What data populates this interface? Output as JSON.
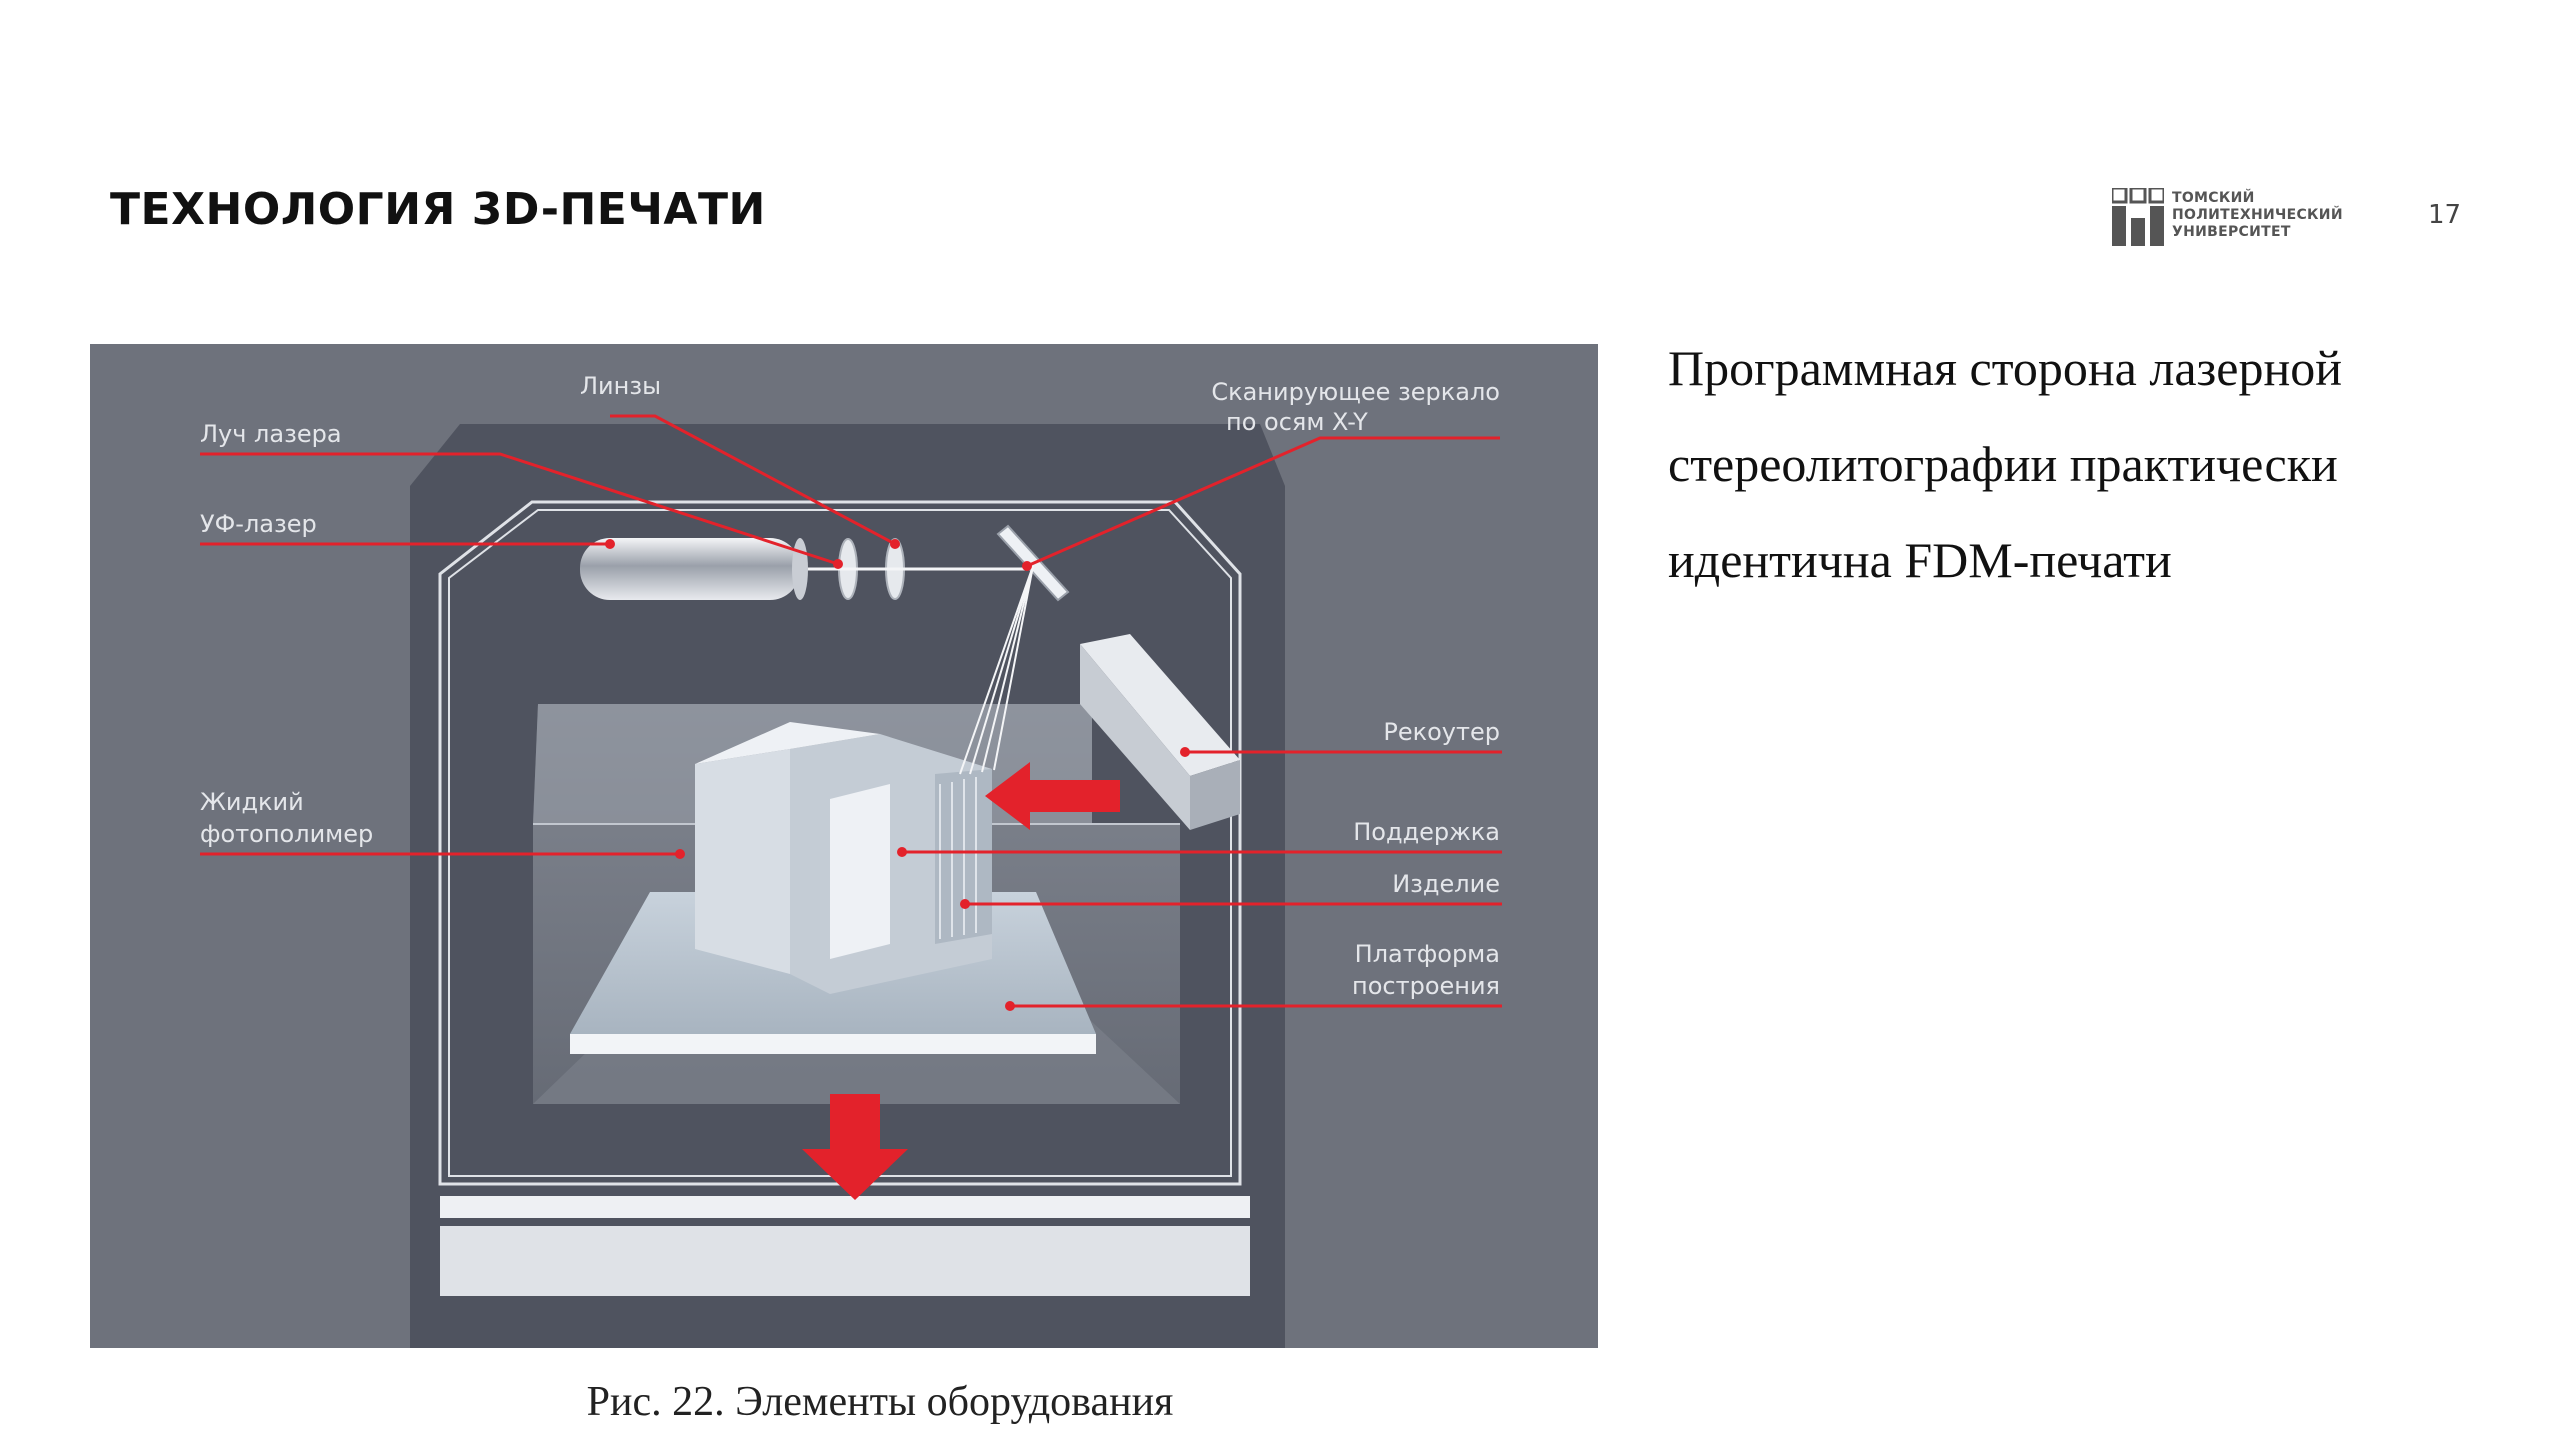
{
  "header": {
    "title": "ТЕХНОЛОГИЯ 3D-ПЕЧАТИ",
    "logo_lines": [
      "ТОМСКИЙ",
      "ПОЛИТЕХНИЧЕСКИЙ",
      "УНИВЕРСИТЕТ"
    ],
    "page_number": "17"
  },
  "figure": {
    "labels": {
      "lenses": "Линзы",
      "laser_beam": "Луч лазера",
      "uv_laser": "УФ-лазер",
      "mirror_line1": "Сканирующее зеркало",
      "mirror_line2": "по осям X-Y",
      "recoater": "Рекоутер",
      "liquid_line1": "Жидкий",
      "liquid_line2": "фотополимер",
      "support": "Поддержка",
      "part": "Изделие",
      "platform_line1": "Платформа",
      "platform_line2": "построения"
    },
    "caption": "Рис. 22. Элементы оборудования"
  },
  "text": {
    "lines": [
      "Программная сторона лазерной",
      "стереолитографии практически",
      "идентична FDM-печати"
    ]
  },
  "colors": {
    "diagram_bg": "#6e727c",
    "chamber": "#4f535f",
    "accent_red": "#e3222b"
  }
}
